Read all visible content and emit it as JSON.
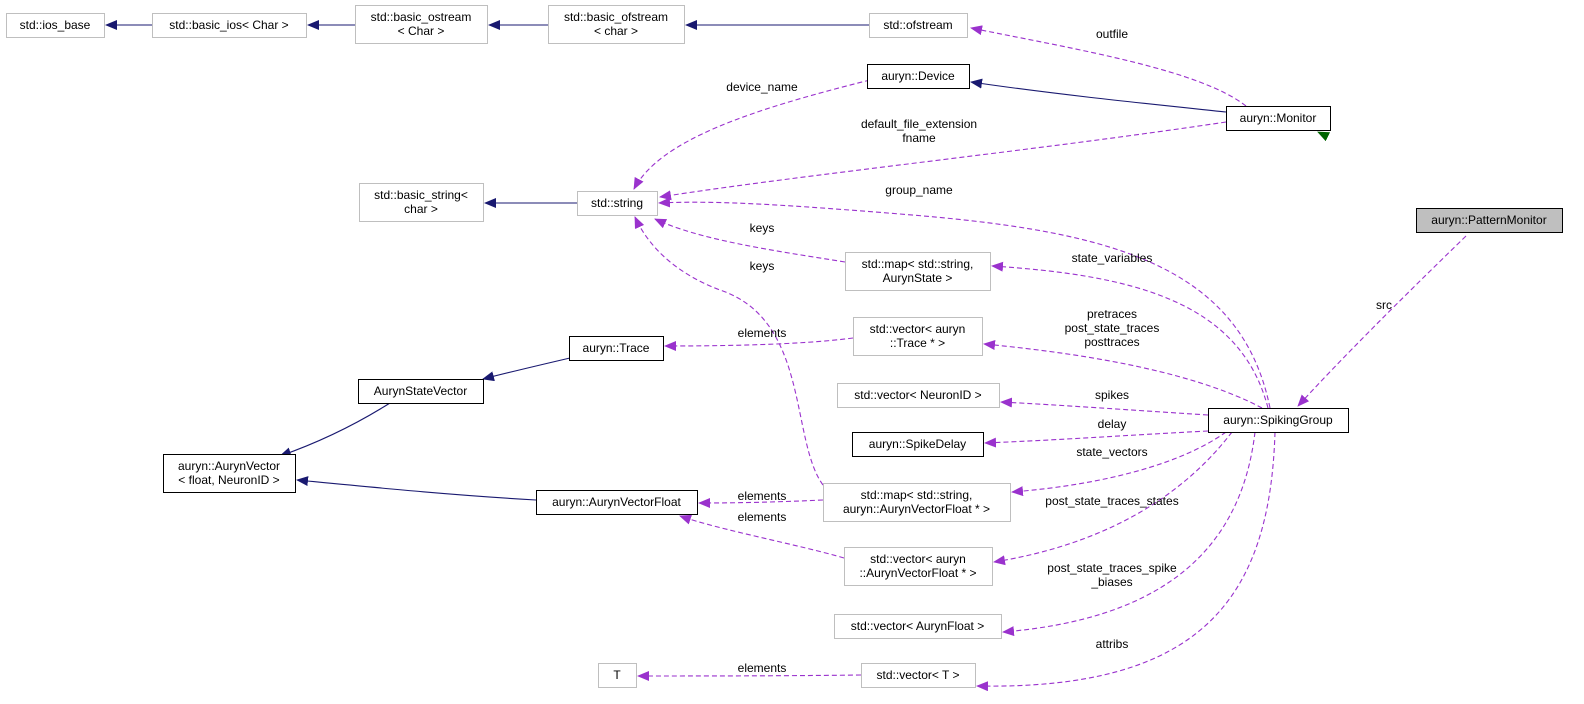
{
  "colors": {
    "inherit": "#191970",
    "protected_inherit": "#006400",
    "usage": "#9a32cd",
    "external_border": "#bfbfbf",
    "documented_border": "#000000",
    "focus_fill": "#bfbfbf"
  },
  "nodes": [
    {
      "id": "ios_base",
      "kind": "grey",
      "lines": [
        "std::ios_base"
      ]
    },
    {
      "id": "basic_ios",
      "kind": "grey",
      "lines": [
        "std::basic_ios< Char >"
      ]
    },
    {
      "id": "basic_ostream",
      "kind": "grey",
      "lines": [
        "std::basic_ostream",
        "< Char >"
      ]
    },
    {
      "id": "basic_ofstream",
      "kind": "grey",
      "lines": [
        "std::basic_ofstream",
        "< char >"
      ]
    },
    {
      "id": "ofstream",
      "kind": "grey",
      "lines": [
        "std::ofstream"
      ]
    },
    {
      "id": "device",
      "kind": "black",
      "lines": [
        "auryn::Device"
      ]
    },
    {
      "id": "monitor",
      "kind": "black",
      "lines": [
        "auryn::Monitor"
      ]
    },
    {
      "id": "pattern_monitor",
      "kind": "focus",
      "lines": [
        "auryn::PatternMonitor"
      ]
    },
    {
      "id": "basic_string",
      "kind": "grey",
      "lines": [
        "std::basic_string<",
        "char >"
      ]
    },
    {
      "id": "string",
      "kind": "grey",
      "lines": [
        "std::string"
      ]
    },
    {
      "id": "map_state",
      "kind": "grey",
      "lines": [
        "std::map< std::string,",
        "AurynState >"
      ]
    },
    {
      "id": "trace",
      "kind": "black",
      "lines": [
        "auryn::Trace"
      ]
    },
    {
      "id": "vector_trace",
      "kind": "grey",
      "lines": [
        "std::vector< auryn",
        "::Trace * >"
      ]
    },
    {
      "id": "state_vector",
      "kind": "black",
      "lines": [
        "AurynStateVector"
      ]
    },
    {
      "id": "vector_neuron",
      "kind": "grey",
      "lines": [
        "std::vector< NeuronID >"
      ]
    },
    {
      "id": "spike_delay",
      "kind": "black",
      "lines": [
        "auryn::SpikeDelay"
      ]
    },
    {
      "id": "spiking_group",
      "kind": "black",
      "lines": [
        "auryn::SpikingGroup"
      ]
    },
    {
      "id": "auryn_vector",
      "kind": "black",
      "lines": [
        "auryn::AurynVector",
        "< float, NeuronID >"
      ]
    },
    {
      "id": "vector_float",
      "kind": "black",
      "lines": [
        "auryn::AurynVectorFloat"
      ]
    },
    {
      "id": "map_vector",
      "kind": "grey",
      "lines": [
        "std::map< std::string,",
        "auryn::AurynVectorFloat * >"
      ]
    },
    {
      "id": "vector_avf",
      "kind": "grey",
      "lines": [
        "std::vector< auryn",
        "::AurynVectorFloat * >"
      ]
    },
    {
      "id": "vector_aurynfloat",
      "kind": "grey",
      "lines": [
        "std::vector< AurynFloat >"
      ]
    },
    {
      "id": "t",
      "kind": "grey",
      "lines": [
        "T"
      ]
    },
    {
      "id": "vector_t",
      "kind": "grey",
      "lines": [
        "std::vector< T >"
      ]
    }
  ],
  "edges": [
    {
      "from": "basic_ios",
      "to": "ios_base",
      "kind": "inherit"
    },
    {
      "from": "basic_ostream",
      "to": "basic_ios",
      "kind": "inherit"
    },
    {
      "from": "basic_ofstream",
      "to": "basic_ostream",
      "kind": "inherit"
    },
    {
      "from": "ofstream",
      "to": "basic_ofstream",
      "kind": "inherit"
    },
    {
      "from": "monitor",
      "to": "ofstream",
      "kind": "usage",
      "label": [
        "outfile"
      ]
    },
    {
      "from": "monitor",
      "to": "device",
      "kind": "inherit"
    },
    {
      "from": "pattern_monitor",
      "to": "monitor",
      "kind": "protected_inherit"
    },
    {
      "from": "device",
      "to": "string",
      "kind": "usage",
      "label": [
        "device_name"
      ]
    },
    {
      "from": "monitor",
      "to": "string",
      "kind": "usage",
      "label": [
        "default_file_extension",
        "fname"
      ]
    },
    {
      "from": "string",
      "to": "basic_string",
      "kind": "inherit"
    },
    {
      "from": "spiking_group",
      "to": "string",
      "kind": "usage",
      "label": [
        "group_name"
      ]
    },
    {
      "from": "map_state",
      "to": "string",
      "kind": "usage",
      "label": [
        "keys"
      ]
    },
    {
      "from": "map_vector",
      "to": "string",
      "kind": "usage",
      "label": [
        "keys"
      ]
    },
    {
      "from": "pattern_monitor",
      "to": "spiking_group",
      "kind": "usage",
      "label": [
        "src"
      ]
    },
    {
      "from": "spiking_group",
      "to": "map_state",
      "kind": "usage",
      "label": [
        "state_variables"
      ]
    },
    {
      "from": "spiking_group",
      "to": "vector_trace",
      "kind": "usage",
      "label": [
        "pretraces",
        "post_state_traces",
        "posttraces"
      ]
    },
    {
      "from": "vector_trace",
      "to": "trace",
      "kind": "usage",
      "label": [
        "elements"
      ]
    },
    {
      "from": "trace",
      "to": "state_vector",
      "kind": "inherit"
    },
    {
      "from": "state_vector",
      "to": "auryn_vector",
      "kind": "inherit"
    },
    {
      "from": "vector_float",
      "to": "auryn_vector",
      "kind": "inherit"
    },
    {
      "from": "spiking_group",
      "to": "vector_neuron",
      "kind": "usage",
      "label": [
        "spikes"
      ]
    },
    {
      "from": "spiking_group",
      "to": "spike_delay",
      "kind": "usage",
      "label": [
        "delay"
      ]
    },
    {
      "from": "spiking_group",
      "to": "map_vector",
      "kind": "usage",
      "label": [
        "state_vectors"
      ]
    },
    {
      "from": "map_vector",
      "to": "vector_float",
      "kind": "usage",
      "label": [
        "elements"
      ]
    },
    {
      "from": "vector_avf",
      "to": "vector_float",
      "kind": "usage",
      "label": [
        "elements"
      ]
    },
    {
      "from": "spiking_group",
      "to": "vector_avf",
      "kind": "usage",
      "label": [
        "post_state_traces_states"
      ]
    },
    {
      "from": "spiking_group",
      "to": "vector_aurynfloat",
      "kind": "usage",
      "label": [
        "post_state_traces_spike",
        "_biases"
      ]
    },
    {
      "from": "spiking_group",
      "to": "vector_t",
      "kind": "usage",
      "label": [
        "attribs"
      ]
    },
    {
      "from": "vector_t",
      "to": "t",
      "kind": "usage",
      "label": [
        "elements"
      ]
    }
  ]
}
